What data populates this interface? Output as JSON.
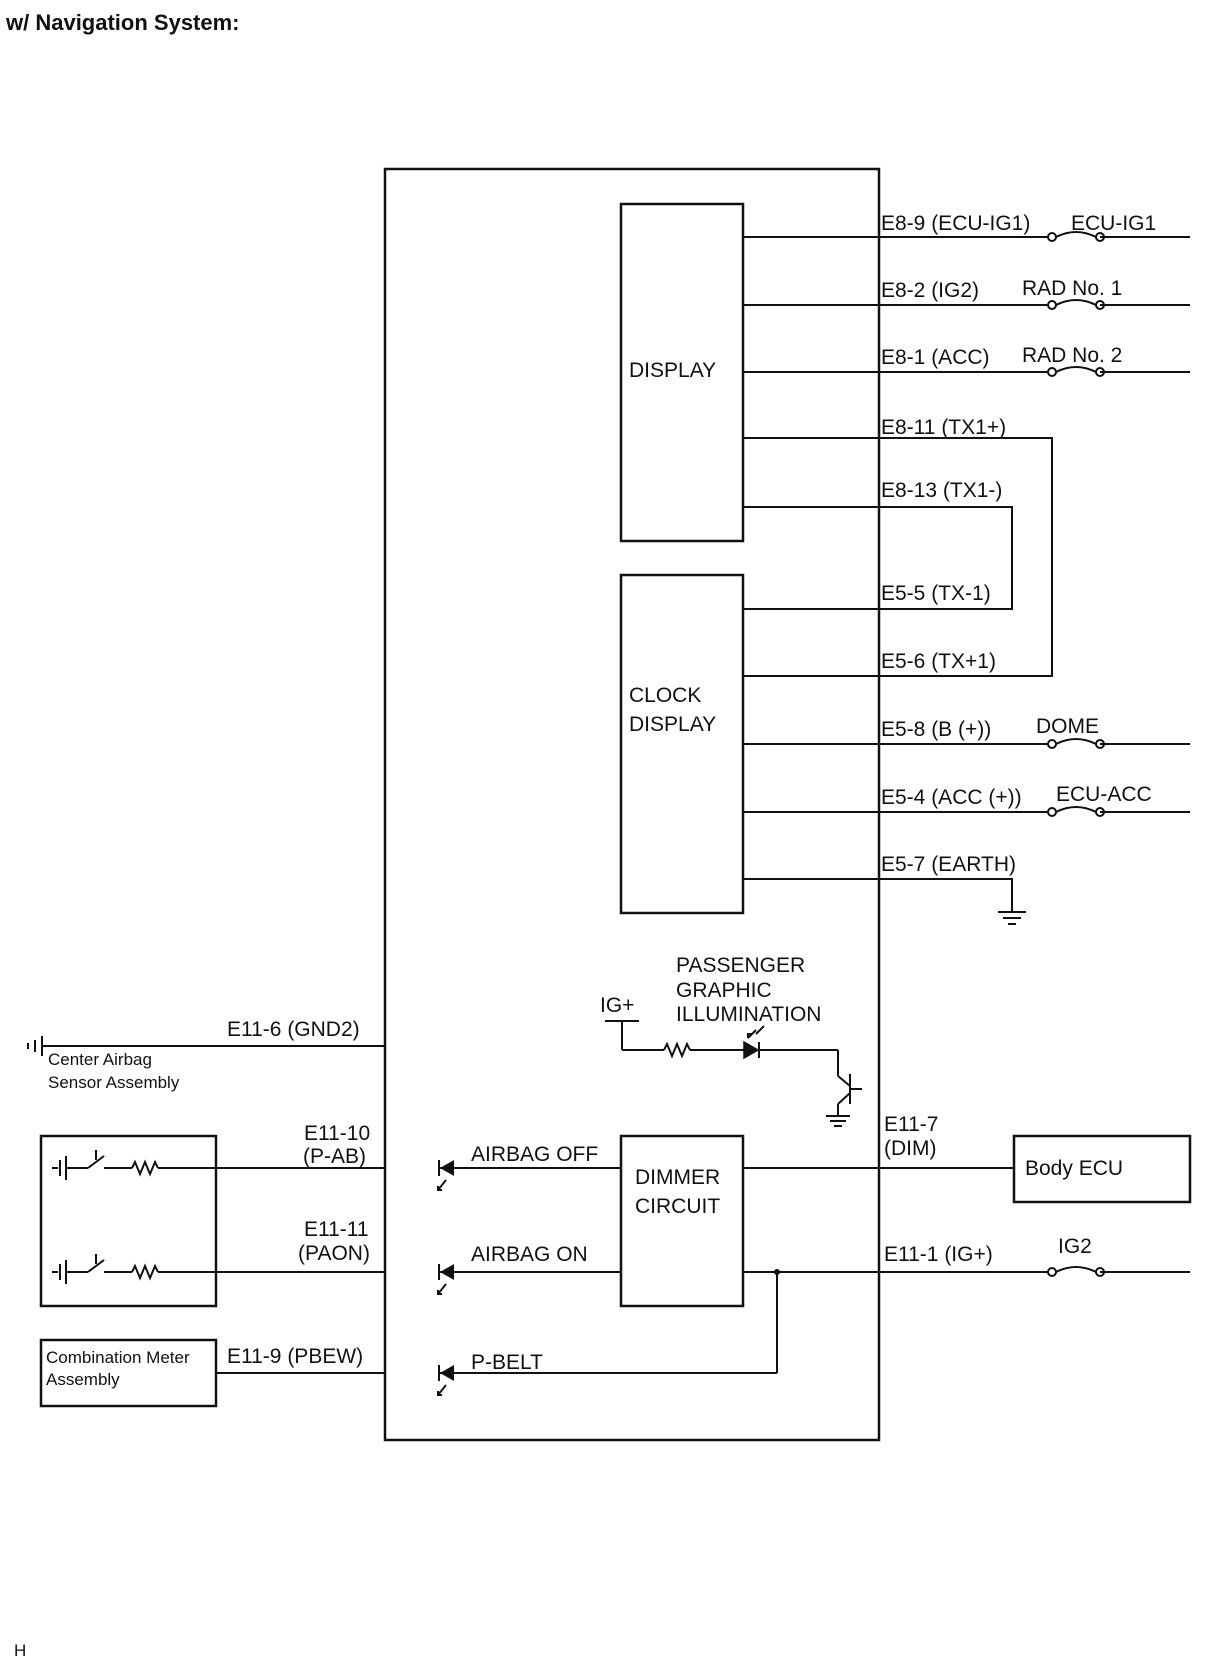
{
  "heading": "w/ Navigation System:",
  "footer_code": "H",
  "blocks": {
    "display": "DISPLAY",
    "clock_line1": "CLOCK",
    "clock_line2": "DISPLAY",
    "dimmer_line1": "DIMMER",
    "dimmer_line2": "CIRCUIT",
    "body_ecu": "Body ECU"
  },
  "display_pins": [
    {
      "pin": "E8-9 (ECU-IG1)",
      "fuse": "ECU-IG1"
    },
    {
      "pin": "E8-2 (IG2)",
      "fuse": "RAD No. 1"
    },
    {
      "pin": "E8-1 (ACC)",
      "fuse": "RAD No. 2"
    },
    {
      "pin": "E8-11 (TX1+)",
      "fuse": ""
    },
    {
      "pin": "E8-13 (TX1-)",
      "fuse": ""
    }
  ],
  "clock_pins": [
    {
      "pin": "E5-5 (TX-1)",
      "fuse": ""
    },
    {
      "pin": "E5-6 (TX+1)",
      "fuse": ""
    },
    {
      "pin": "E5-8 (B (+))",
      "fuse": "DOME"
    },
    {
      "pin": "E5-4 (ACC (+))",
      "fuse": "ECU-ACC"
    },
    {
      "pin": "E5-7 (EARTH)",
      "fuse": ""
    }
  ],
  "illumination": {
    "supply": "IG+",
    "line1": "PASSENGER",
    "line2": "GRAPHIC",
    "line3": "ILLUMINATION"
  },
  "left_pins": {
    "gnd2": "E11-6 (GND2)",
    "pab_1": "E11-10",
    "pab_2": "(P-AB)",
    "paon_1": "E11-11",
    "paon_2": "(PAON)",
    "pbew": "E11-9 (PBEW)"
  },
  "right_pins": {
    "dim_1": "E11-7",
    "dim_2": "(DIM)",
    "ig": "E11-1 (IG+)",
    "ig_fuse": "IG2"
  },
  "indicators": {
    "airbag_off": "AIRBAG OFF",
    "airbag_on": "AIRBAG ON",
    "pbelt": "P-BELT"
  },
  "external": {
    "airbag_sensor_1": "Center Airbag",
    "airbag_sensor_2": "Sensor Assembly",
    "meter_1": "Combination Meter",
    "meter_2": "Assembly"
  }
}
